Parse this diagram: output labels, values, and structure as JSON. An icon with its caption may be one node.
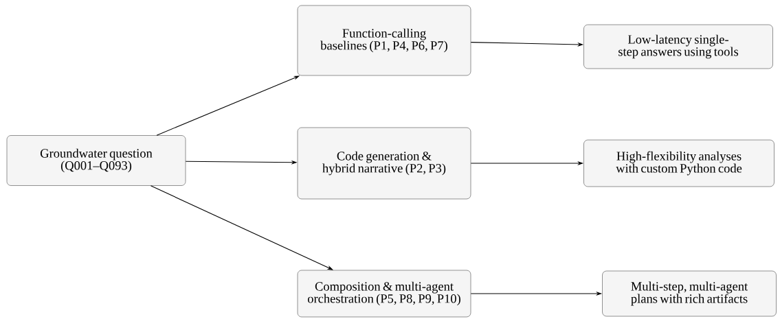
{
  "diagram": {
    "nodes": [
      {
        "text": [
          "Groundwater question (Q001–Q093)"
        ]
      },
      {
        "text": [
          "Function-calling baselines (P1, P4, P6, P7)"
        ]
      },
      {
        "text": [
          "Code generation & hybrid narrative (P2, P3)"
        ]
      },
      {
        "text": [
          "Composition & multi-agent orchestration (P5, P8, P9, P10)"
        ]
      },
      {
        "text": [
          "Low-latency single-step answers using tools"
        ]
      },
      {
        "text": [
          "High-flexibility analyses with custom Python code"
        ]
      },
      {
        "text": [
          "Multi-step, multi-agent plans with rich artifacts"
        ]
      }
    ],
    "edges": [
      {
        "from": 0,
        "to": 1,
        "arrow": "to"
      },
      {
        "from": 0,
        "to": 2,
        "arrow": "to"
      },
      {
        "from": 0,
        "to": 3,
        "arrow": "to"
      },
      {
        "from": 1,
        "to": 4,
        "arrow": "to"
      },
      {
        "from": 2,
        "to": 5,
        "arrow": "to"
      },
      {
        "from": 3,
        "to": 6,
        "arrow": "to"
      }
    ]
  }
}
